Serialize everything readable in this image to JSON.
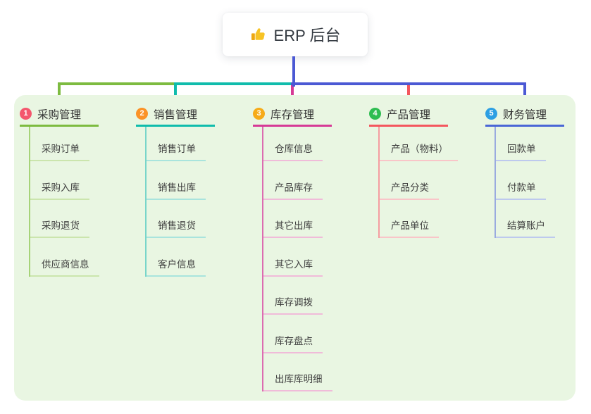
{
  "root": {
    "title": "ERP 后台",
    "icon": "thumbs-up-icon"
  },
  "canvas_background": "#e9f6e2",
  "connector_colors": {
    "root_line": "#4b59d4",
    "bus_green": "#7dbb40",
    "bus_teal": "#10bcac",
    "bus_blue": "#4b59d4",
    "drop_magenta": "#d63a96",
    "drop_red": "#f4575e"
  },
  "branches": [
    {
      "badge": {
        "number": "1",
        "color": "#f4566d"
      },
      "title": "采购管理",
      "colors": {
        "main": "#7dbb40",
        "branch_line": "#a6d378",
        "child_line": "#cbe5ad"
      },
      "children": [
        "采购订单",
        "采购入库",
        "采购退货",
        "供应商信息"
      ]
    },
    {
      "badge": {
        "number": "2",
        "color": "#fb9227"
      },
      "title": "销售管理",
      "colors": {
        "main": "#10bcac",
        "branch_line": "#79d5ca",
        "child_line": "#a9e4dd"
      },
      "children": [
        "销售订单",
        "销售出库",
        "销售退货",
        "客户信息"
      ]
    },
    {
      "badge": {
        "number": "3",
        "color": "#f6ab18"
      },
      "title": "库存管理",
      "colors": {
        "main": "#d63a96",
        "branch_line": "#dc6cb0",
        "child_line": "#f0bbd9"
      },
      "children": [
        "仓库信息",
        "产品库存",
        "其它出库",
        "其它入库",
        "库存调拨",
        "库存盘点",
        "出库库明细"
      ]
    },
    {
      "badge": {
        "number": "4",
        "color": "#2ebd51"
      },
      "title": "产品管理",
      "colors": {
        "main": "#f4575e",
        "branch_line": "#f59da1",
        "child_line": "#f9c5c8"
      },
      "children": [
        "产品（物料）",
        "产品分类",
        "产品单位"
      ]
    },
    {
      "badge": {
        "number": "5",
        "color": "#2d9fe3"
      },
      "title": "财务管理",
      "colors": {
        "main": "#4a66d6",
        "branch_line": "#9aabdf",
        "child_line": "#bdc9ee"
      },
      "children": [
        "回款单",
        "付款单",
        "结算账户"
      ]
    }
  ]
}
